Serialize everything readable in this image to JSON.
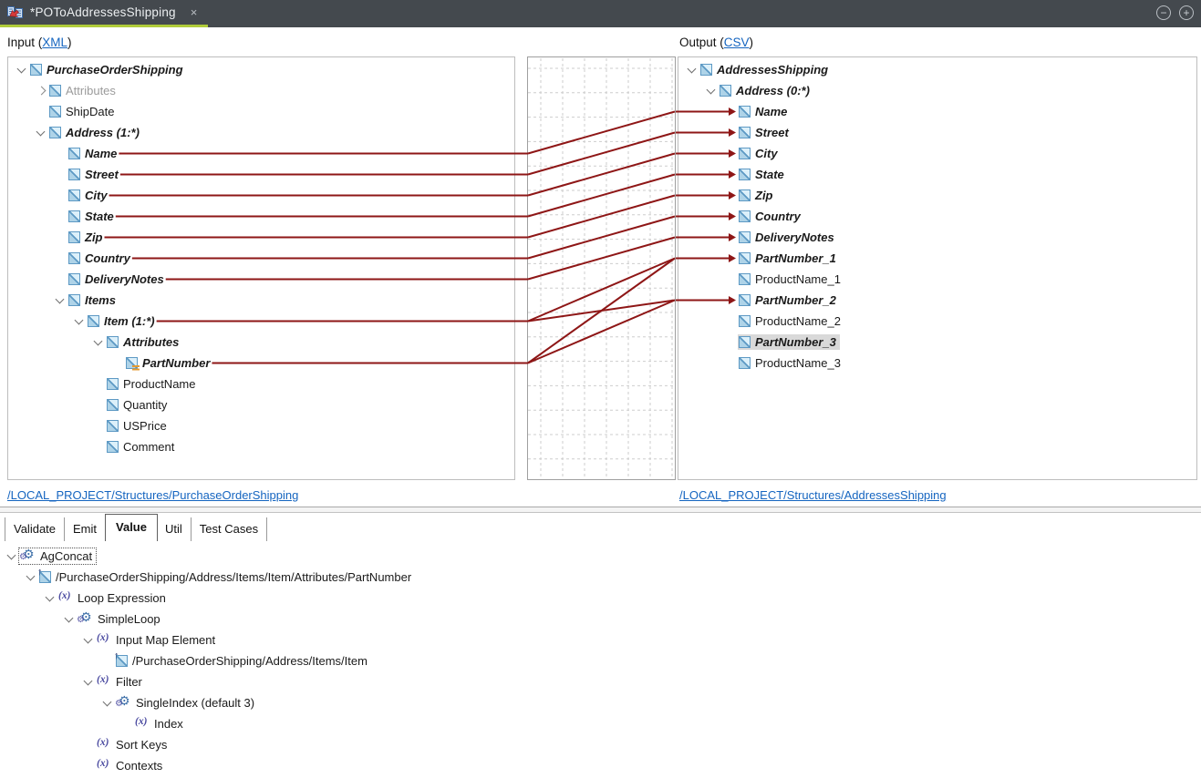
{
  "window": {
    "tab_title": "*POToAddressesShipping",
    "close_glyph": "×",
    "collapse_glyph": "−",
    "expand_glyph": "+"
  },
  "headers": {
    "input_prefix": "Input (",
    "input_link": "XML",
    "input_suffix": ")",
    "output_prefix": "Output (",
    "output_link": "CSV",
    "output_suffix": ")"
  },
  "footers": {
    "input_path": "/LOCAL_PROJECT/Structures/PurchaseOrderShipping",
    "output_path": "/LOCAL_PROJECT/Structures/AddressesShipping"
  },
  "input_tree": [
    {
      "label": "PurchaseOrderShipping",
      "level": 0,
      "chevron": "expanded",
      "icon": "node",
      "emph": true
    },
    {
      "label": "Attributes",
      "level": 1,
      "chevron": "collapsed",
      "icon": "node",
      "muted": true
    },
    {
      "label": "ShipDate",
      "level": 1,
      "icon": "node"
    },
    {
      "label": "Address (1:*)",
      "level": 1,
      "chevron": "expanded",
      "icon": "node",
      "emph": true
    },
    {
      "label": "Name",
      "level": 2,
      "icon": "node",
      "emph": true
    },
    {
      "label": "Street",
      "level": 2,
      "icon": "node",
      "emph": true
    },
    {
      "label": "City",
      "level": 2,
      "icon": "node",
      "emph": true
    },
    {
      "label": "State",
      "level": 2,
      "icon": "node",
      "emph": true
    },
    {
      "label": "Zip",
      "level": 2,
      "icon": "node",
      "emph": true
    },
    {
      "label": "Country",
      "level": 2,
      "icon": "node",
      "emph": true
    },
    {
      "label": "DeliveryNotes",
      "level": 2,
      "icon": "node",
      "emph": true
    },
    {
      "label": "Items",
      "level": 2,
      "chevron": "expanded",
      "icon": "node",
      "emph": true
    },
    {
      "label": "Item (1:*)",
      "level": 3,
      "chevron": "expanded",
      "icon": "node",
      "emph": true
    },
    {
      "label": "Attributes",
      "level": 4,
      "chevron": "expanded",
      "icon": "node",
      "emph": true
    },
    {
      "label": "PartNumber",
      "level": 5,
      "icon": "node-attr",
      "emph": true
    },
    {
      "label": "ProductName",
      "level": 4,
      "icon": "node"
    },
    {
      "label": "Quantity",
      "level": 4,
      "icon": "node"
    },
    {
      "label": "USPrice",
      "level": 4,
      "icon": "node"
    },
    {
      "label": "Comment",
      "level": 4,
      "icon": "node"
    }
  ],
  "output_tree": [
    {
      "label": "AddressesShipping",
      "level": 0,
      "chevron": "expanded",
      "icon": "node",
      "emph": true
    },
    {
      "label": "Address (0:*)",
      "level": 1,
      "chevron": "expanded",
      "icon": "node",
      "emph": true
    },
    {
      "label": "Name",
      "level": 2,
      "icon": "node",
      "emph": true,
      "arrow": true
    },
    {
      "label": "Street",
      "level": 2,
      "icon": "node",
      "emph": true,
      "arrow": true
    },
    {
      "label": "City",
      "level": 2,
      "icon": "node",
      "emph": true,
      "arrow": true
    },
    {
      "label": "State",
      "level": 2,
      "icon": "node",
      "emph": true,
      "arrow": true
    },
    {
      "label": "Zip",
      "level": 2,
      "icon": "node",
      "emph": true,
      "arrow": true
    },
    {
      "label": "Country",
      "level": 2,
      "icon": "node",
      "emph": true,
      "arrow": true
    },
    {
      "label": "DeliveryNotes",
      "level": 2,
      "icon": "node",
      "emph": true,
      "arrow": true
    },
    {
      "label": "PartNumber_1",
      "level": 2,
      "icon": "node",
      "emph": true,
      "arrow": true
    },
    {
      "label": "ProductName_1",
      "level": 2,
      "icon": "node"
    },
    {
      "label": "PartNumber_2",
      "level": 2,
      "icon": "node",
      "emph": true,
      "arrow": true
    },
    {
      "label": "ProductName_2",
      "level": 2,
      "icon": "node"
    },
    {
      "label": "PartNumber_3",
      "level": 2,
      "icon": "node",
      "emph": true,
      "selected": true
    },
    {
      "label": "ProductName_3",
      "level": 2,
      "icon": "node"
    }
  ],
  "mappings": [
    {
      "from": 4,
      "to": 2
    },
    {
      "from": 5,
      "to": 3
    },
    {
      "from": 6,
      "to": 4
    },
    {
      "from": 7,
      "to": 5
    },
    {
      "from": 8,
      "to": 6
    },
    {
      "from": 9,
      "to": 7
    },
    {
      "from": 10,
      "to": 8
    },
    {
      "from": 12,
      "to": 9
    },
    {
      "from": 12,
      "to": 11
    },
    {
      "from": 14,
      "to": 9
    },
    {
      "from": 14,
      "to": 11
    }
  ],
  "bottom_tabs": {
    "items": [
      "Validate",
      "Emit",
      "Value",
      "Util",
      "Test Cases"
    ],
    "active": "Value"
  },
  "bottom_tree": [
    {
      "label": "AgConcat",
      "level": 0,
      "chevron": "expanded",
      "icon": "gears",
      "focused": true
    },
    {
      "label": "/PurchaseOrderShipping/Address/Items/Item/Attributes/PartNumber",
      "level": 1,
      "chevron": "expanded",
      "icon": "mapelem"
    },
    {
      "label": "Loop Expression",
      "level": 2,
      "chevron": "expanded",
      "icon": "fx"
    },
    {
      "label": "SimpleLoop",
      "level": 3,
      "chevron": "expanded",
      "icon": "gears"
    },
    {
      "label": "Input Map Element",
      "level": 4,
      "chevron": "expanded",
      "icon": "fx"
    },
    {
      "label": "/PurchaseOrderShipping/Address/Items/Item",
      "level": 5,
      "icon": "mapelem"
    },
    {
      "label": "Filter",
      "level": 4,
      "chevron": "expanded",
      "icon": "fx"
    },
    {
      "label": "SingleIndex (default 3)",
      "level": 5,
      "chevron": "expanded",
      "icon": "gears"
    },
    {
      "label": "Index",
      "level": 6,
      "icon": "fx"
    },
    {
      "label": "Sort Keys",
      "level": 4,
      "icon": "fx"
    },
    {
      "label": "Contexts",
      "level": 4,
      "icon": "fx"
    }
  ],
  "colors": {
    "map_line": "#8e1616",
    "accent_green": "#b0cb39",
    "tabbar_bg": "#44494e",
    "link_blue": "#1565c0",
    "selection_bg": "#d9d9d9",
    "grid": "#cdcdcd"
  }
}
